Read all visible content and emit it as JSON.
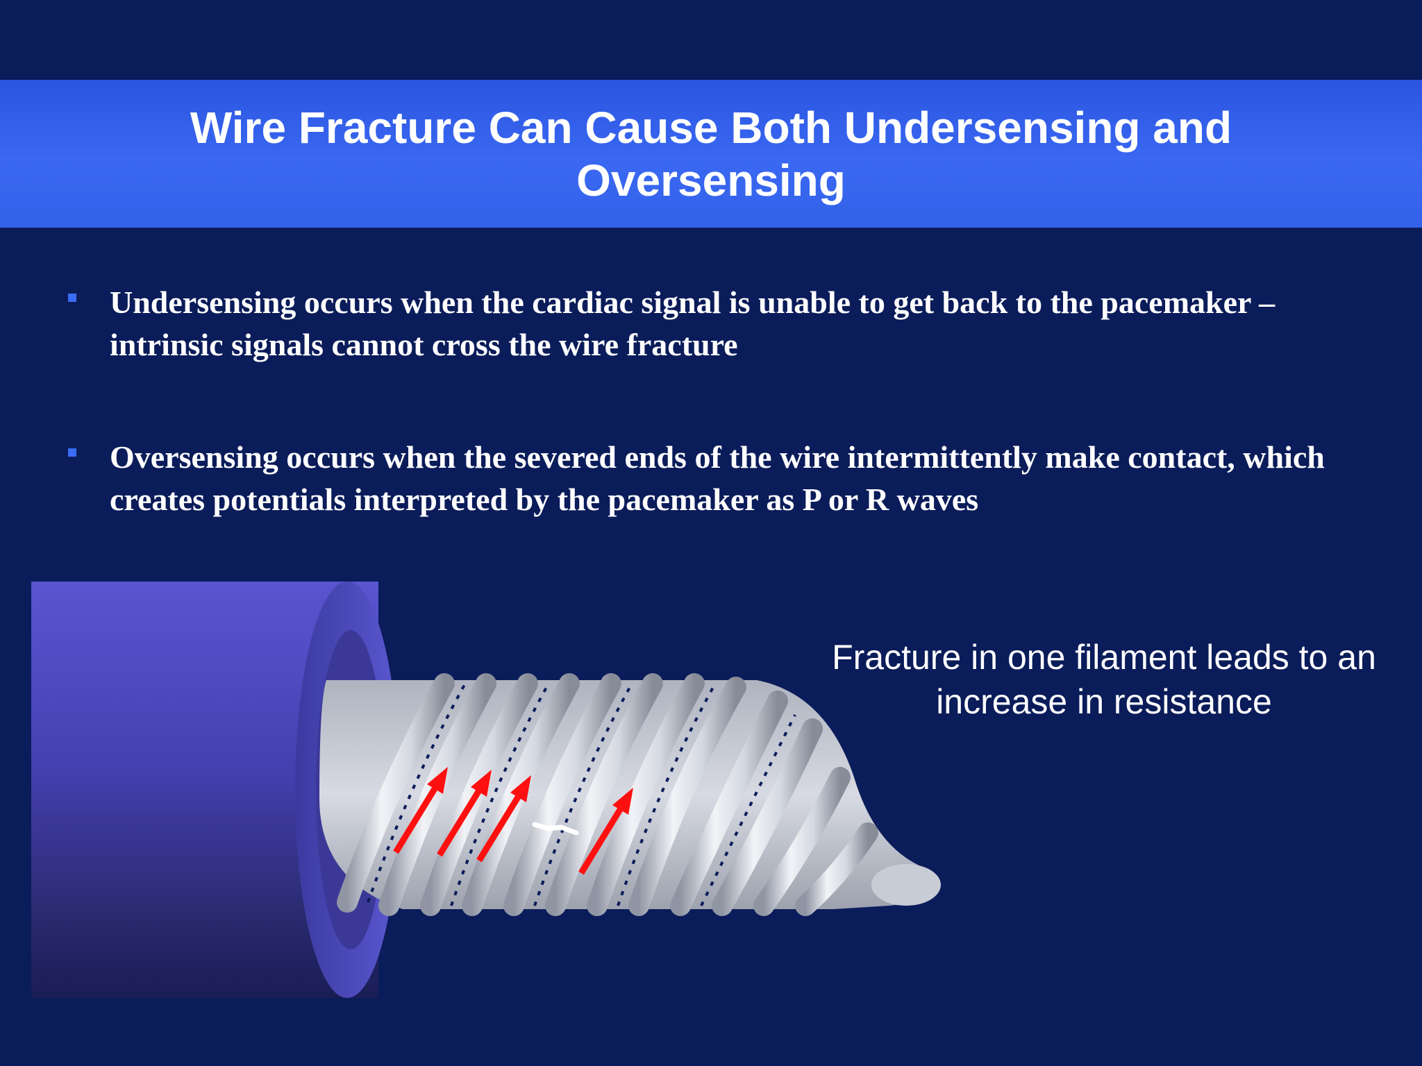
{
  "slide": {
    "title": "Wire Fracture Can Cause Both Undersensing and Oversensing",
    "bullets": [
      "Undersensing occurs when the cardiac signal is unable to get back to the pacemaker – intrinsic signals cannot cross the wire fracture",
      "Oversensing occurs when the severed ends of the wire intermittently make contact, which creates potentials interpreted by the pacemaker as P or R waves"
    ],
    "caption": "Fracture in one filament leads to an increase in resistance"
  },
  "colors": {
    "background": "#0b1c5a",
    "title_band": "#3a68f2",
    "bullet_marker": "#3b6cf5",
    "insulation": "#4a46b8",
    "coil": "#c9cdd6",
    "arrow": "#ff1010"
  }
}
